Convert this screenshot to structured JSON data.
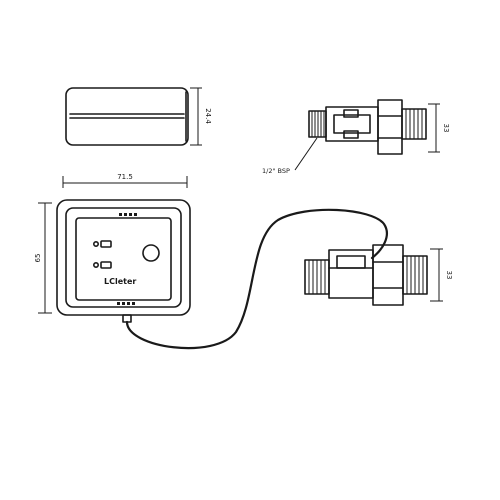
{
  "dimensions": {
    "box_width": "71.5",
    "box_height": "65",
    "box_depth": "24.4",
    "sensor_top_height": "33",
    "sensor_bottom_height": "33"
  },
  "labels": {
    "thread_note": "1/2\" BSP",
    "brand": "LCleter"
  },
  "colors": {
    "ink": "#1a1a1a",
    "background": "#ffffff"
  }
}
